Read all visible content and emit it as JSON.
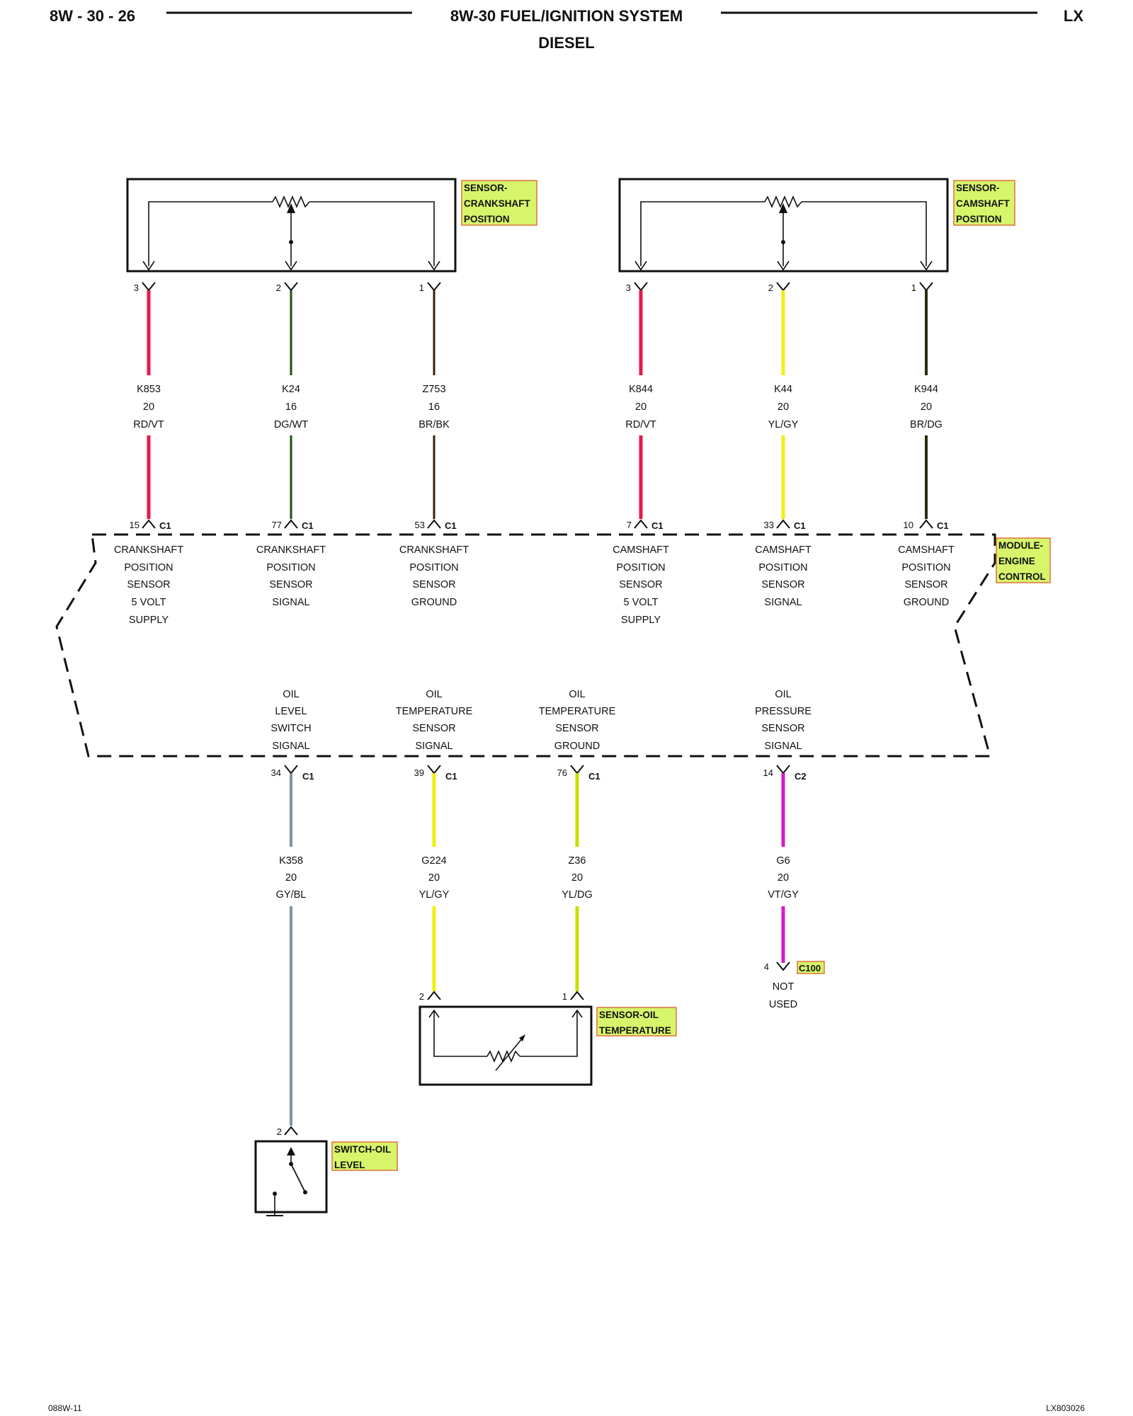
{
  "header": {
    "page_code": "8W - 30 - 26",
    "title": "8W-30 FUEL/IGNITION SYSTEM",
    "subtitle": "DIESEL",
    "model": "LX"
  },
  "footer": {
    "left_code": "088W-11",
    "right_code": "LX803026"
  },
  "colors": {
    "RD/VT": "#e8194b",
    "DG/WT": "#1f4f12",
    "BR/BK": "#3a1f0e",
    "YL/GY": "#f2ee14",
    "BR/DG": "#2d2a10",
    "GY/BL": "#7f93a6",
    "YL/DG": "#c8e000",
    "VT/GY": "#d51dc9",
    "tag_fill": "#d7f56a",
    "tag_border": "#e0703a"
  },
  "components": {
    "ckp": {
      "label_lines": [
        "SENSOR-",
        "CRANKSHAFT",
        "POSITION"
      ]
    },
    "cmp": {
      "label_lines": [
        "SENSOR-",
        "CAMSHAFT",
        "POSITION"
      ]
    },
    "ecm": {
      "label_lines": [
        "MODULE-",
        "ENGINE",
        "CONTROL"
      ]
    },
    "oil_temp": {
      "label_lines": [
        "SENSOR-OIL",
        "TEMPERATURE"
      ]
    },
    "oil_level": {
      "label_lines": [
        "SWITCH-OIL",
        "LEVEL"
      ]
    },
    "c100": {
      "label": "C100"
    }
  },
  "top_wires": [
    {
      "sensor_pin": "3",
      "circuit": "K853",
      "gauge": "20",
      "color": "RD/VT",
      "ecm_pin": "15",
      "connector": "C1",
      "function": [
        "CRANKSHAFT",
        "POSITION",
        "SENSOR",
        "5 VOLT",
        "SUPPLY"
      ]
    },
    {
      "sensor_pin": "2",
      "circuit": "K24",
      "gauge": "16",
      "color": "DG/WT",
      "ecm_pin": "77",
      "connector": "C1",
      "function": [
        "CRANKSHAFT",
        "POSITION",
        "SENSOR",
        "SIGNAL"
      ]
    },
    {
      "sensor_pin": "1",
      "circuit": "Z753",
      "gauge": "16",
      "color": "BR/BK",
      "ecm_pin": "53",
      "connector": "C1",
      "function": [
        "CRANKSHAFT",
        "POSITION",
        "SENSOR",
        "GROUND"
      ]
    },
    {
      "sensor_pin": "3",
      "circuit": "K844",
      "gauge": "20",
      "color": "RD/VT",
      "ecm_pin": "7",
      "connector": "C1",
      "function": [
        "CAMSHAFT",
        "POSITION",
        "SENSOR",
        "5 VOLT",
        "SUPPLY"
      ]
    },
    {
      "sensor_pin": "2",
      "circuit": "K44",
      "gauge": "20",
      "color": "YL/GY",
      "ecm_pin": "33",
      "connector": "C1",
      "function": [
        "CAMSHAFT",
        "POSITION",
        "SENSOR",
        "SIGNAL"
      ]
    },
    {
      "sensor_pin": "1",
      "circuit": "K944",
      "gauge": "20",
      "color": "BR/DG",
      "ecm_pin": "10",
      "connector": "C1",
      "function": [
        "CAMSHAFT",
        "POSITION",
        "SENSOR",
        "GROUND"
      ]
    }
  ],
  "bottom_wires": [
    {
      "function": [
        "OIL",
        "LEVEL",
        "SWITCH",
        "SIGNAL"
      ],
      "ecm_pin": "34",
      "connector": "C1",
      "circuit": "K358",
      "gauge": "20",
      "color": "GY/BL",
      "end_pin": "2"
    },
    {
      "function": [
        "OIL",
        "TEMPERATURE",
        "SENSOR",
        "SIGNAL"
      ],
      "ecm_pin": "39",
      "connector": "C1",
      "circuit": "G224",
      "gauge": "20",
      "color": "YL/GY",
      "end_pin": "2"
    },
    {
      "function": [
        "OIL",
        "TEMPERATURE",
        "SENSOR",
        "GROUND"
      ],
      "ecm_pin": "76",
      "connector": "C1",
      "circuit": "Z36",
      "gauge": "20",
      "color": "YL/DG",
      "end_pin": "1"
    },
    {
      "function": [
        "OIL",
        "PRESSURE",
        "SENSOR",
        "SIGNAL"
      ],
      "ecm_pin": "14",
      "connector": "C2",
      "circuit": "G6",
      "gauge": "20",
      "color": "VT/GY",
      "end_pin": "4",
      "end_note": [
        "NOT",
        "USED"
      ]
    }
  ]
}
